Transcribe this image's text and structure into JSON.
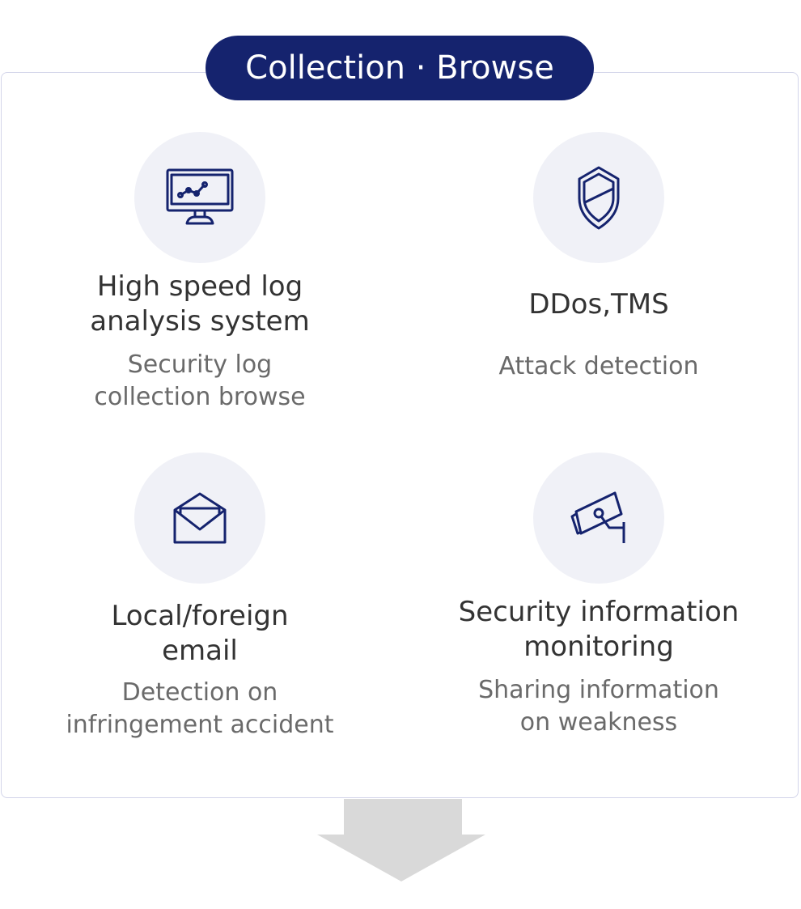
{
  "header": {
    "title": "Collection · Browse"
  },
  "items": [
    {
      "icon": "monitor-chart-icon",
      "title": "High speed log analysis system",
      "subtitle": "Security log collection browse"
    },
    {
      "icon": "shield-icon",
      "title": "DDos,TMS",
      "subtitle": "Attack detection"
    },
    {
      "icon": "open-envelope-icon",
      "title": "Local/foreign email",
      "subtitle": "Detection on infringement accident"
    },
    {
      "icon": "cctv-camera-icon",
      "title": "Security information monitoring",
      "subtitle": "Sharing information on weakness"
    }
  ],
  "colors": {
    "accent": "#15236e",
    "circle_bg": "#f0f1f7",
    "arrow": "#d9d9d9"
  }
}
